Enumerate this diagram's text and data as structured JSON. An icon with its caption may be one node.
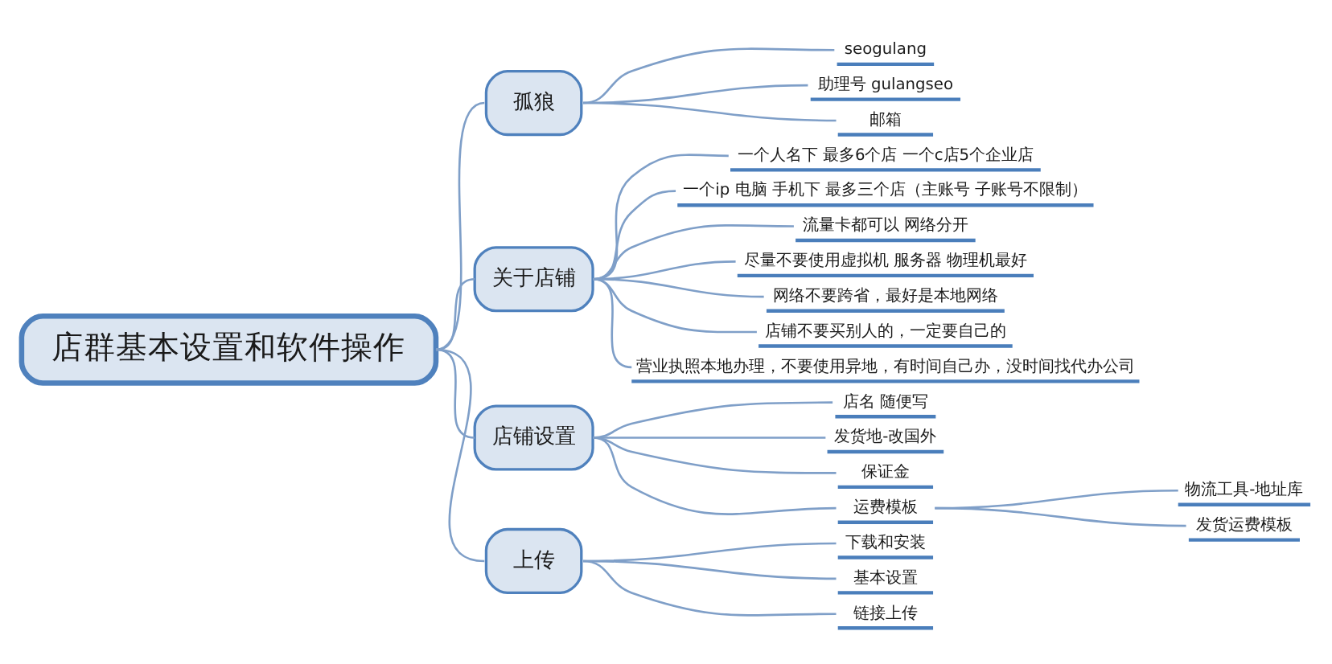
{
  "diagram": {
    "nodes": [
      {
        "text": [
          "店群基本设置和软件操作"
        ]
      },
      {
        "text": [
          "孤狼"
        ]
      },
      {
        "text": [
          "seogulang"
        ]
      },
      {
        "text": [
          "助理号 gulangseo"
        ]
      },
      {
        "text": [
          "邮箱"
        ]
      },
      {
        "text": [
          "关于店铺"
        ]
      },
      {
        "text": [
          "一个人名下 最多6个店 一个c店5个企业店"
        ]
      },
      {
        "text": [
          "一个ip 电脑 手机下 最多三个店（主账号 子账号不限制）"
        ]
      },
      {
        "text": [
          "流量卡都可以 网络分开"
        ]
      },
      {
        "text": [
          "尽量不要使用虚拟机 服务器 物理机最好"
        ]
      },
      {
        "text": [
          "网络不要跨省，最好是本地网络"
        ]
      },
      {
        "text": [
          "店铺不要买别人的，一定要自己的"
        ]
      },
      {
        "text": [
          "营业执照本地办理，不要使用异地，有时间自己办，没时间找代办公司"
        ]
      },
      {
        "text": [
          "店铺设置"
        ]
      },
      {
        "text": [
          "店名 随便写"
        ]
      },
      {
        "text": [
          "发货地-改国外"
        ]
      },
      {
        "text": [
          "保证金"
        ]
      },
      {
        "text": [
          "运费模板"
        ]
      },
      {
        "text": [
          "物流工具-地址库"
        ]
      },
      {
        "text": [
          "发货运费模板"
        ]
      },
      {
        "text": [
          "上传"
        ]
      },
      {
        "text": [
          "下载和安装"
        ]
      },
      {
        "text": [
          "基本设置"
        ]
      },
      {
        "text": [
          "链接上传"
        ]
      }
    ],
    "edges": [
      {
        "from": 0,
        "to": 1,
        "arrow": "none"
      },
      {
        "from": 1,
        "to": 2,
        "arrow": "none"
      },
      {
        "from": 1,
        "to": 3,
        "arrow": "none"
      },
      {
        "from": 1,
        "to": 4,
        "arrow": "none"
      },
      {
        "from": 0,
        "to": 5,
        "arrow": "none"
      },
      {
        "from": 5,
        "to": 6,
        "arrow": "none"
      },
      {
        "from": 5,
        "to": 7,
        "arrow": "none"
      },
      {
        "from": 5,
        "to": 8,
        "arrow": "none"
      },
      {
        "from": 5,
        "to": 9,
        "arrow": "none"
      },
      {
        "from": 5,
        "to": 10,
        "arrow": "none"
      },
      {
        "from": 5,
        "to": 11,
        "arrow": "none"
      },
      {
        "from": 5,
        "to": 12,
        "arrow": "none"
      },
      {
        "from": 0,
        "to": 13,
        "arrow": "none"
      },
      {
        "from": 13,
        "to": 14,
        "arrow": "none"
      },
      {
        "from": 13,
        "to": 15,
        "arrow": "none"
      },
      {
        "from": 13,
        "to": 16,
        "arrow": "none"
      },
      {
        "from": 13,
        "to": 17,
        "arrow": "none"
      },
      {
        "from": 17,
        "to": 18,
        "arrow": "none"
      },
      {
        "from": 17,
        "to": 19,
        "arrow": "none"
      },
      {
        "from": 0,
        "to": 20,
        "arrow": "none"
      },
      {
        "from": 20,
        "to": 21,
        "arrow": "none"
      },
      {
        "from": 20,
        "to": 22,
        "arrow": "none"
      },
      {
        "from": 20,
        "to": 23,
        "arrow": "none"
      }
    ]
  }
}
